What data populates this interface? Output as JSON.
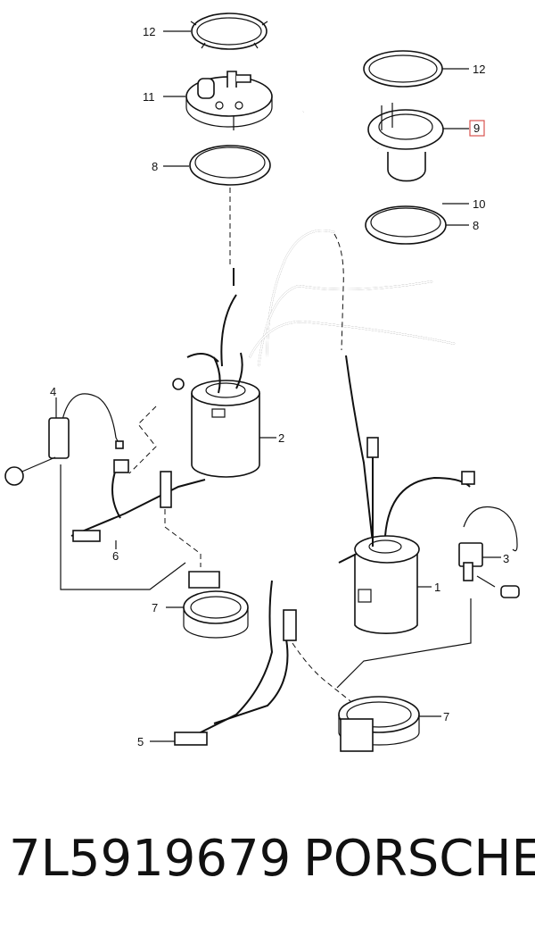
{
  "callouts": {
    "c12a": "12",
    "c11": "11",
    "c8a": "8",
    "c12b": "12",
    "c9": "9",
    "c10": "10",
    "c8b": "8",
    "c4": "4",
    "c2": "2",
    "c6": "6",
    "c3": "3",
    "c1": "1",
    "c7a": "7",
    "c5": "5",
    "c7b": "7"
  },
  "caption": {
    "part_number": "7L5919679",
    "brand": "PORSCHE"
  },
  "colors": {
    "line": "#111111",
    "highlight": "#d9534f"
  }
}
